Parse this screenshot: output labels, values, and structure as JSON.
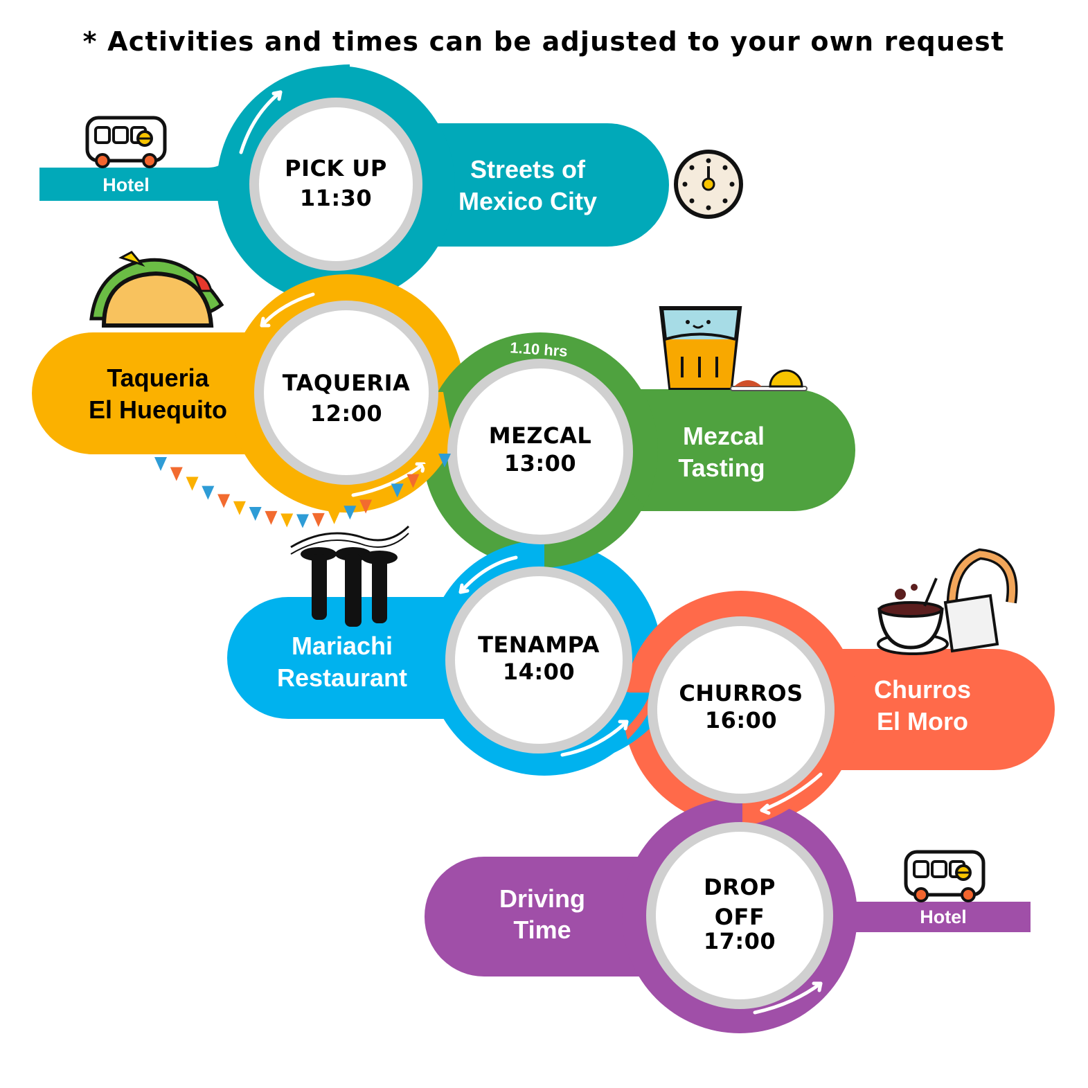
{
  "title": "* Activities and times can be adjusted to your own request",
  "stops": [
    {
      "line1": "PICK UP",
      "line2": "11:30",
      "line3": "",
      "place1": "Streets of",
      "place2": "Mexico City",
      "color": "#01a9b9",
      "icon": "clock-icon"
    },
    {
      "line1": "TAQUERIA",
      "line2": "12:00",
      "line3": "",
      "place1": "Taqueria",
      "place2": "El Huequito",
      "color": "#fbb100",
      "icon": "taco-icon"
    },
    {
      "line1": "MEZCAL",
      "line2": "13:00",
      "line3": "",
      "place1": "Mezcal",
      "place2": "Tasting",
      "color": "#4fa23f",
      "icon": "mezcal-glass-icon"
    },
    {
      "line1": "TENAMPA",
      "line2": "14:00",
      "line3": "",
      "place1": "Mariachi",
      "place2": "Restaurant",
      "color": "#00b2ee",
      "icon": "mariachi-icon"
    },
    {
      "line1": "CHURROS",
      "line2": "16:00",
      "line3": "",
      "place1": "Churros",
      "place2": "El Moro",
      "color": "#ff6a4a",
      "icon": "churros-cup-icon"
    },
    {
      "line1": "DROP",
      "line2": "OFF",
      "line3": "17:00",
      "place1": "Driving",
      "place2": "Time",
      "color": "#a04fa8",
      "icon": "van-icon"
    }
  ],
  "hotel_start": "Hotel",
  "hotel_end": "Hotel",
  "duration_label": "1.10 hrs",
  "colors": {
    "ring": "#d0d0d0",
    "text_dark": "#000000",
    "text_light": "#ffffff",
    "bunting": [
      "#2e9cd6",
      "#f26b2f",
      "#fbb100"
    ]
  }
}
